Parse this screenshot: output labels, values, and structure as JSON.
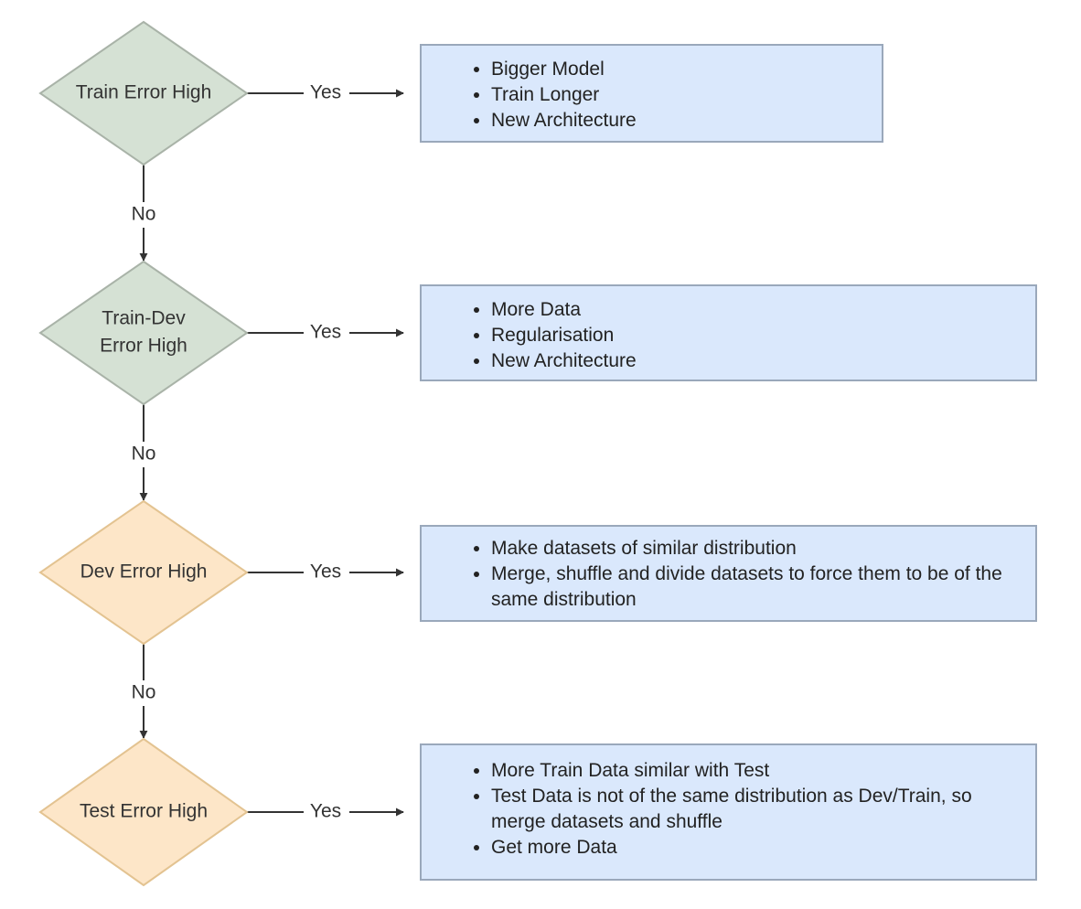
{
  "decisions": [
    {
      "lines": [
        "Train Error High"
      ],
      "fill": "#d5e1d4",
      "stroke": "#a9b3a8",
      "yes_label": "Yes",
      "no_label": "No",
      "actions": [
        "Bigger Model",
        "Train Longer",
        "New Architecture"
      ]
    },
    {
      "lines": [
        "Train-Dev",
        "Error High"
      ],
      "fill": "#d5e1d4",
      "stroke": "#a9b3a8",
      "yes_label": "Yes",
      "no_label": "No",
      "actions": [
        "More Data",
        "Regularisation",
        "New Architecture"
      ]
    },
    {
      "lines": [
        "Dev Error High"
      ],
      "fill": "#fde6c8",
      "stroke": "#e3c391",
      "yes_label": "Yes",
      "no_label": "No",
      "actions": [
        "Make datasets of similar distribution",
        "Merge, shuffle and divide datasets to force them to be of the same distribution"
      ]
    },
    {
      "lines": [
        "Test Error High"
      ],
      "fill": "#fde6c8",
      "stroke": "#e3c391",
      "yes_label": "Yes",
      "actions": [
        "More Train Data similar with Test",
        "Test Data is not of the same distribution as Dev/Train, so merge datasets and shuffle",
        "Get more Data"
      ]
    }
  ],
  "colors": {
    "action_box_fill": "#dae8fc",
    "action_box_stroke": "#9aa8bb",
    "connector": "#333333"
  }
}
